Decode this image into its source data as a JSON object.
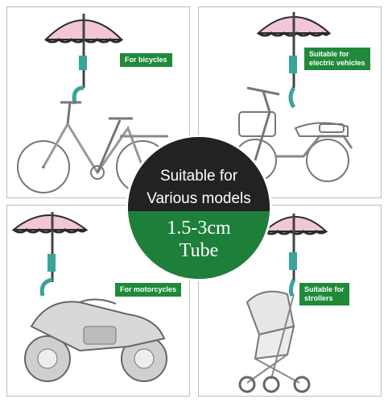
{
  "panels": [
    {
      "label": "For bicycles",
      "subject": "bicycle"
    },
    {
      "label": "Suitable for\nelectric vehicles",
      "subject": "electric-scooter"
    },
    {
      "label": "For motorcycles",
      "subject": "motorcycle"
    },
    {
      "label": "Suitable for\nstrollers",
      "subject": "stroller"
    }
  ],
  "center_badge": {
    "line1": "Suitable for",
    "line2": "Various models",
    "line3": "1.5-3cm",
    "line4": "Tube"
  },
  "colors": {
    "umbrella_pink": "#f2c6d9",
    "umbrella_dark": "#2a2a2a",
    "label_green": "#1f8a3a",
    "badge_dark": "#222222",
    "badge_green": "#1e7f3b",
    "clamp_teal": "#3aa39a"
  }
}
